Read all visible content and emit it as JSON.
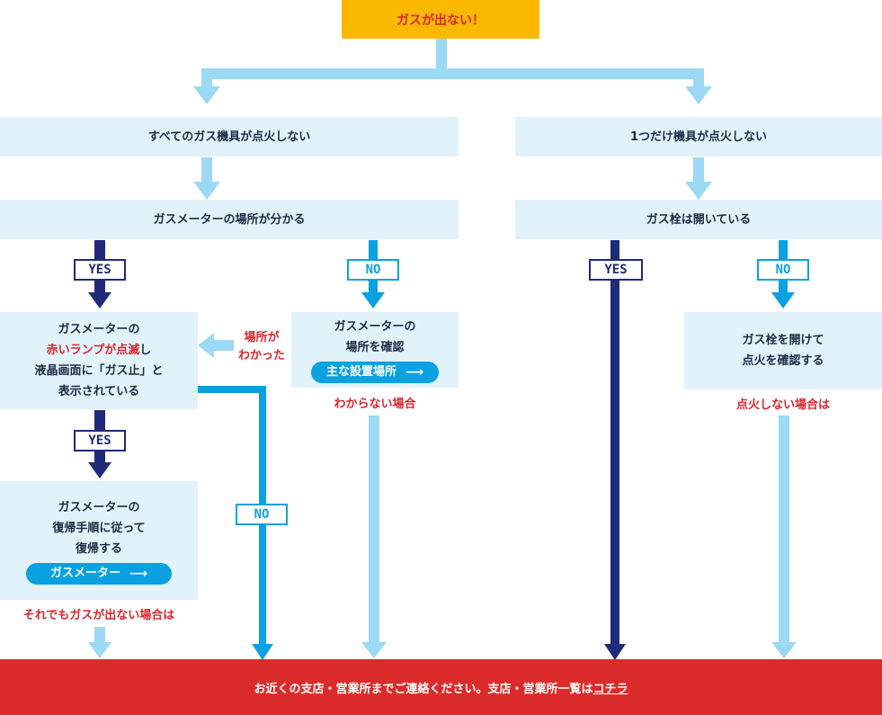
{
  "title": "ガスが出ない！",
  "left_branch": {
    "box1": "すべてのガス機具が点火しない",
    "box2": "ガスメーターの場所が分かる",
    "yes_label": "YES",
    "no_label": "NO",
    "meter_box": {
      "line1": "ガスメーターの",
      "line2_red": "赤いランプが点滅",
      "line2_rest": "し",
      "line3": "液晶画面に「ガス止」と",
      "line4": "表示されている"
    },
    "found_note_line1": "場所が",
    "found_note_line2": "わかった",
    "check_box": {
      "line1": "ガスメーターの",
      "line2": "場所を確認",
      "button": "主な設置場所"
    },
    "unknown_note": "わからない場合",
    "yes_label2": "YES",
    "no_label2": "NO",
    "reset_box": {
      "line1": "ガスメーターの",
      "line2": "復帰手順に従って",
      "line3": "復帰する",
      "button": "ガスメーター"
    },
    "still_note": "それでもガスが出ない場合は"
  },
  "right_branch": {
    "box1": "1つだけ機具が点火しない",
    "box2": "ガス栓は開いている",
    "yes_label": "YES",
    "no_label": "NO",
    "open_box": {
      "line1": "ガス栓を開けて",
      "line2": "点火を確認する"
    },
    "no_ignite_note": "点火しない場合は"
  },
  "footer": {
    "text": "お近くの支店・営業所までご連絡ください。支店・営業所一覧は",
    "link": "コチラ"
  },
  "colors": {
    "light_arrow": "#9bd9f4",
    "dark_arrow": "#1f2a7a",
    "blue_arrow": "#0aa1e1",
    "box_bg": "#e1f2fb",
    "title_bg": "#fbb800",
    "footer_bg": "#dc2b2b",
    "accent_red": "#d9262d"
  }
}
